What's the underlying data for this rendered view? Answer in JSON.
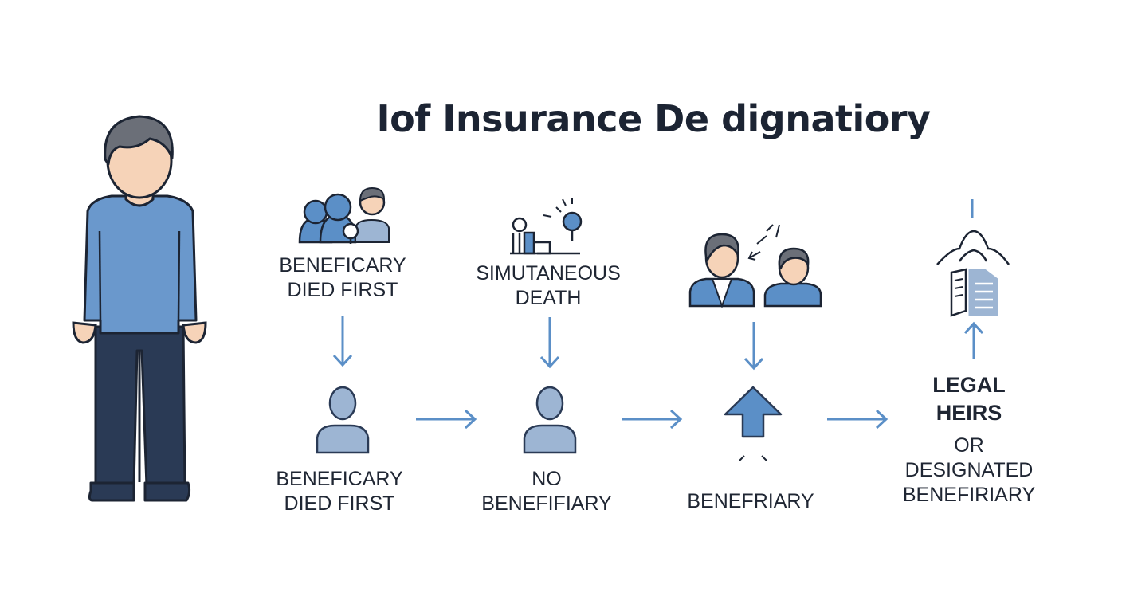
{
  "title": "Iof Insurance De dignatiory",
  "colors": {
    "accent_blue": "#5b8fc7",
    "light_blue": "#9db5d3",
    "dark_navy": "#2a3a55",
    "skin": "#f6d3b8",
    "hair": "#6b6f78",
    "text": "#1f2633"
  },
  "stages": {
    "beneficiary_died_first_top": {
      "line1": "BENEFICARY",
      "line2": "DIED FIRST",
      "icon": "group-people-icon"
    },
    "simultaneous_death": {
      "line1": "SIMUTANEOUS",
      "line2": "DEATH",
      "icon": "simultaneous-death-icon"
    },
    "couple": {
      "icon": "two-people-icon"
    },
    "legal_document": {
      "icon": "legal-document-icon"
    }
  },
  "outcomes": {
    "beneficiary_died_first_bottom": {
      "line1": "BENEFICARY",
      "line2": "DIED FIRST",
      "icon": "person-silhouette-icon"
    },
    "no_beneficiary": {
      "line1": "NO",
      "line2": "BENEFIFIARY",
      "icon": "person-silhouette-icon"
    },
    "beneficiary": {
      "line1": "BENEFRIARY",
      "icon": "up-arrow-icon"
    },
    "legal_heirs": {
      "line1": "LEGAL",
      "line2": "HEIRS",
      "line3": "OR",
      "line4": "DESIGNATED",
      "line5": "BENEFIRIARY"
    }
  },
  "policyholder": {
    "icon": "standing-man-icon"
  }
}
